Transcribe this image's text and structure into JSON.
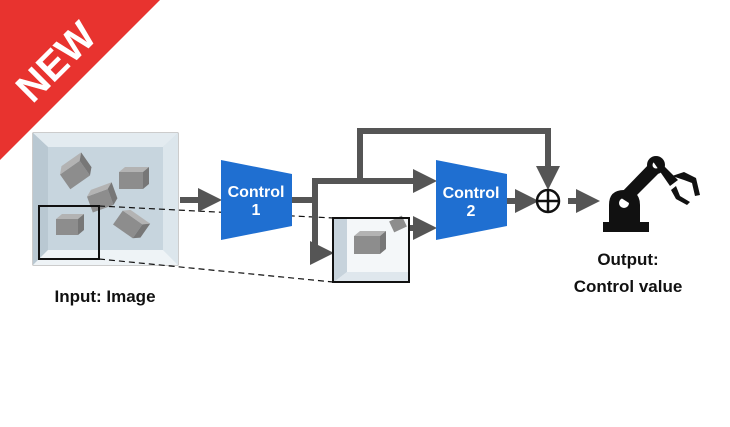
{
  "badge": {
    "text": "NEW",
    "color": "#e8332f"
  },
  "input": {
    "label": "Input: Image"
  },
  "control1": {
    "line1": "Control",
    "line2": "1",
    "color": "#1f6fd1"
  },
  "control2": {
    "line1": "Control",
    "line2": "2",
    "color": "#1f6fd1"
  },
  "sum": {
    "symbol": "⊕"
  },
  "output": {
    "line1": "Output:",
    "line2": "Control value",
    "icon": "robot-arm-icon"
  },
  "colors": {
    "arrow": "#555555",
    "tray_fill": "#d6e2ea",
    "tray_edge": "#aebcc6",
    "block": "#9a9a9a"
  }
}
